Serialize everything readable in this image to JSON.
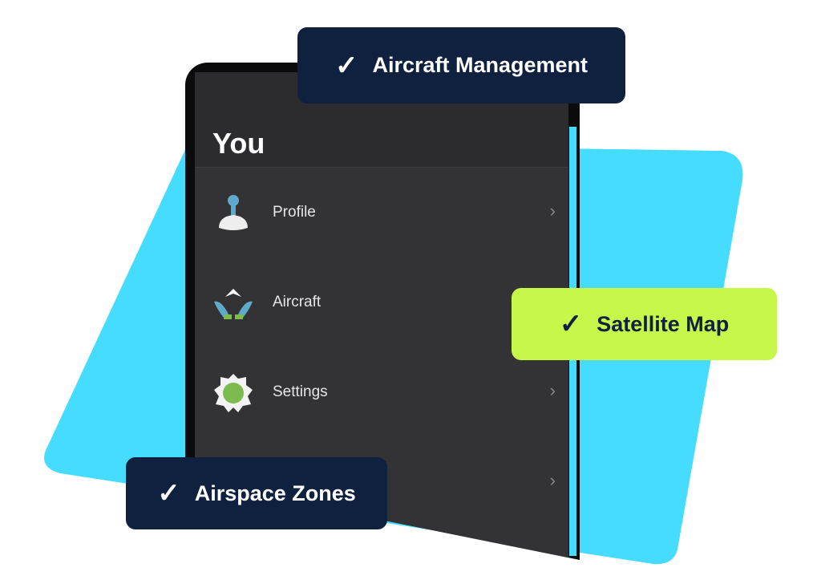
{
  "screen": {
    "title": "You",
    "items": [
      {
        "label": "Profile",
        "icon": "profile-icon",
        "chevron": "›"
      },
      {
        "label": "Aircraft",
        "icon": "aircraft-icon",
        "chevron": "›"
      },
      {
        "label": "Settings",
        "icon": "settings-icon",
        "chevron": "›"
      },
      {
        "label": "",
        "icon": "",
        "chevron": "›"
      }
    ]
  },
  "badges": {
    "check": "✓",
    "aircraft_management": "Aircraft Management",
    "satellite_map": "Satellite Map",
    "airspace_zones": "Airspace Zones"
  },
  "colors": {
    "cyan": "#45dcff",
    "navy": "#0f213f",
    "lime": "#c7f74a"
  }
}
